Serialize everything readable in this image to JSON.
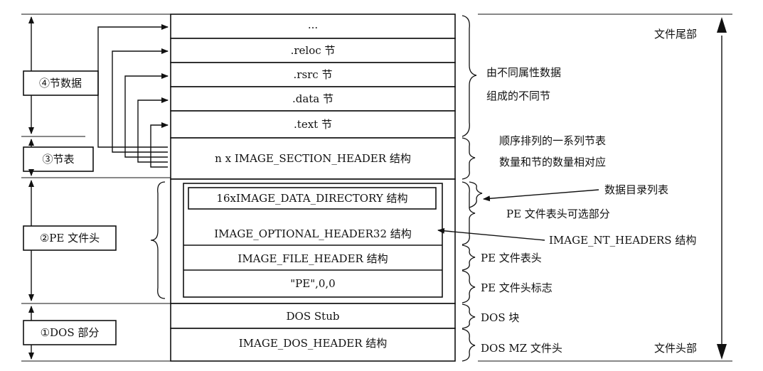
{
  "sections": {
    "ellipsis": "...",
    "reloc": ".reloc 节",
    "rsrc": ".rsrc 节",
    "data": ".data 节",
    "text": ".text 节",
    "section_header": "n x IMAGE_SECTION_HEADER 结构",
    "data_directory": "16xIMAGE_DATA_DIRECTORY 结构",
    "optional_header": "IMAGE_OPTIONAL_HEADER32 结构",
    "file_header": "IMAGE_FILE_HEADER 结构",
    "pe_signature": "\"PE\",0,0",
    "dos_stub": "DOS Stub",
    "dos_header": "IMAGE_DOS_HEADER 结构"
  },
  "left_labels": {
    "section_data": "④节数据",
    "section_table": "③节表",
    "pe_header": "②PE 文件头",
    "dos_part": "①DOS 部分"
  },
  "right_notes": {
    "file_tail": "文件尾部",
    "sections_desc_1": "由不同属性数据",
    "sections_desc_2": "组成的不同节",
    "table_desc_1": "顺序排列的一系列节表",
    "table_desc_2": "数量和节的数量相对应",
    "data_dir_list": "数据目录列表",
    "optional_part": "PE 文件表头可选部分",
    "nt_headers": "IMAGE_NT_HEADERS 结构",
    "file_header_desc": "PE 文件表头",
    "pe_signature_desc": "PE 文件头标志",
    "dos_block": "DOS 块",
    "dos_mz": "DOS MZ 文件头",
    "file_head": "文件头部"
  }
}
